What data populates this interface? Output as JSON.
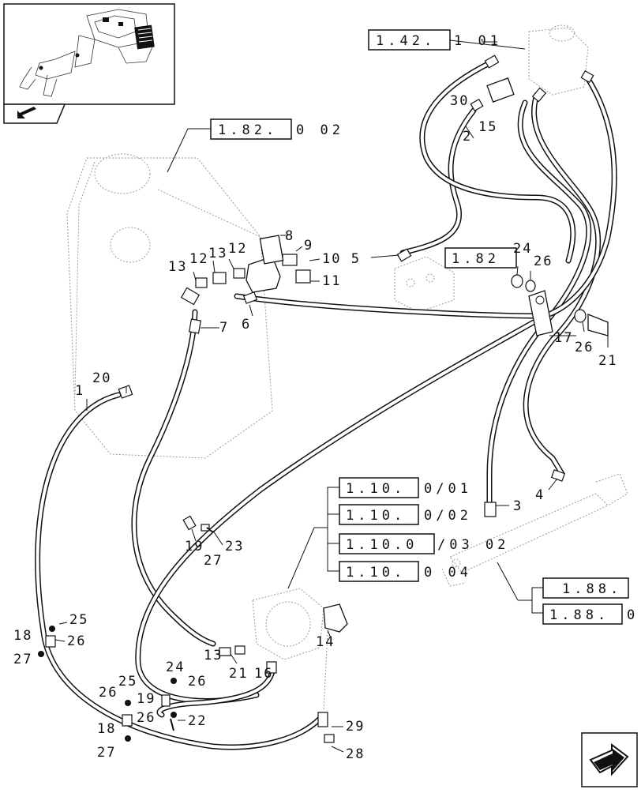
{
  "diagram": {
    "refs": {
      "steering_valve": {
        "box": "1.42.",
        "suffix": "1 01"
      },
      "tank": {
        "box": "1.82.",
        "suffix": "0 02"
      },
      "valve_block": {
        "box": "1.82",
        "suffix": ""
      },
      "ram_a": {
        "box": "1.10.",
        "suffix": "0/01"
      },
      "ram_b": {
        "box": "1.10.",
        "suffix": "0/02"
      },
      "ram_c": {
        "box": "1.10.0",
        "suffix": "/03 02"
      },
      "ram_d": {
        "box": "1.10.",
        "suffix": "0 04"
      },
      "cyl_a": {
        "box": "1.88.",
        "suffix": ""
      },
      "cyl_b": {
        "box": "1.88.",
        "suffix": "0"
      }
    },
    "callouts": {
      "c1": "1",
      "c2": "2",
      "c3": "3",
      "c4": "4",
      "c6": "6",
      "c7": "7",
      "c8": "8",
      "c9": "9",
      "c10": "10 5",
      "c11": "11",
      "c12a": "12",
      "c13a": "13",
      "c13b": "13",
      "c13c": "13",
      "c14": "14",
      "c15": "15",
      "c16": "16",
      "c17": "17",
      "c18a": "18",
      "c18b": "18",
      "c19a": "19",
      "c19b": "19",
      "c20": "20",
      "c21a": "21",
      "c21b": "21",
      "c22": "22",
      "c23": "23",
      "c24a": "24",
      "c24b": "24",
      "c25a": "25",
      "c25b": "25",
      "c26a": "26",
      "c26b": "26",
      "c26c": "26",
      "c26d": "26",
      "c26e": "26",
      "c26f": "26",
      "c27a": "27",
      "c27b": "27",
      "c27c": "27",
      "c28": "28",
      "c29": "29",
      "c30": "30",
      "c12b": "12"
    },
    "icons": [
      "tractor-thumbnail",
      "back-arrow-icon",
      "next-page-icon"
    ]
  }
}
